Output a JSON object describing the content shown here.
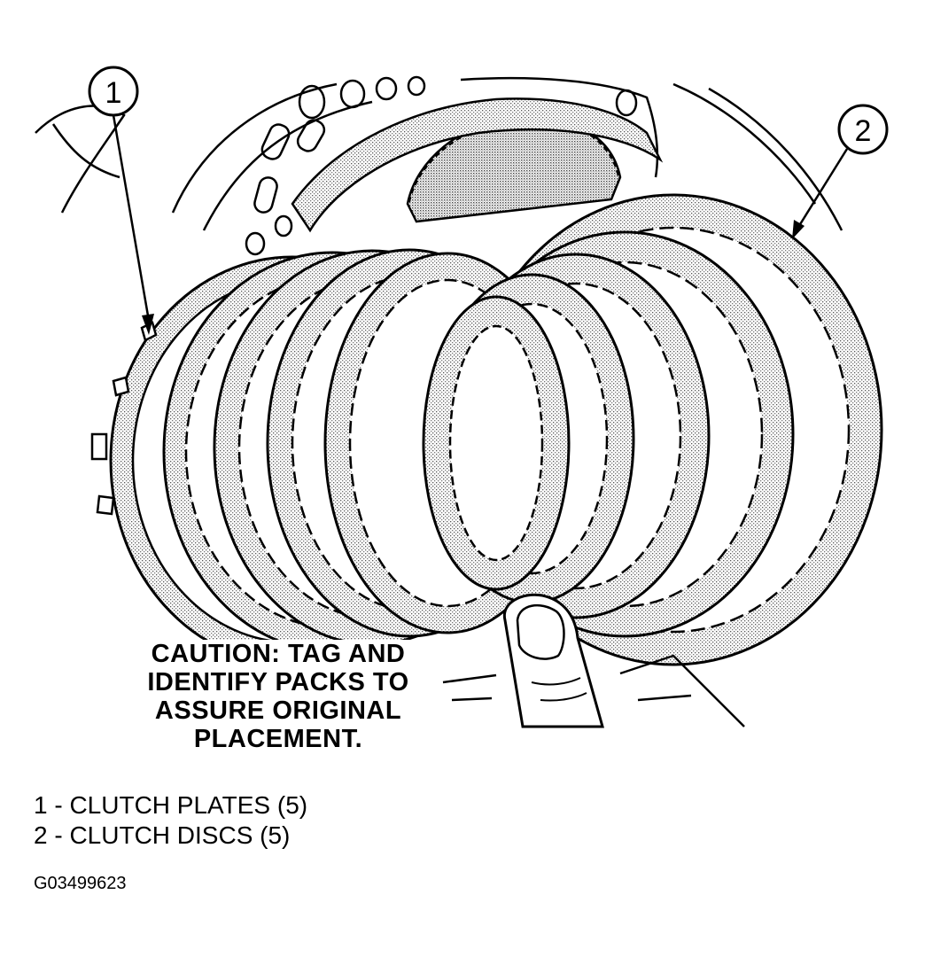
{
  "callouts": [
    {
      "number": "1"
    },
    {
      "number": "2"
    }
  ],
  "caution": {
    "lines": [
      "CAUTION: TAG AND",
      "IDENTIFY PACKS TO",
      "ASSURE ORIGINAL",
      "PLACEMENT."
    ]
  },
  "legend": [
    "1 - CLUTCH PLATES (5)",
    "2 - CLUTCH DISCS (5)"
  ],
  "figure_id": "G03499623",
  "colors": {
    "line": "#000000",
    "stipple": "#9a9a9a",
    "background": "#ffffff"
  }
}
